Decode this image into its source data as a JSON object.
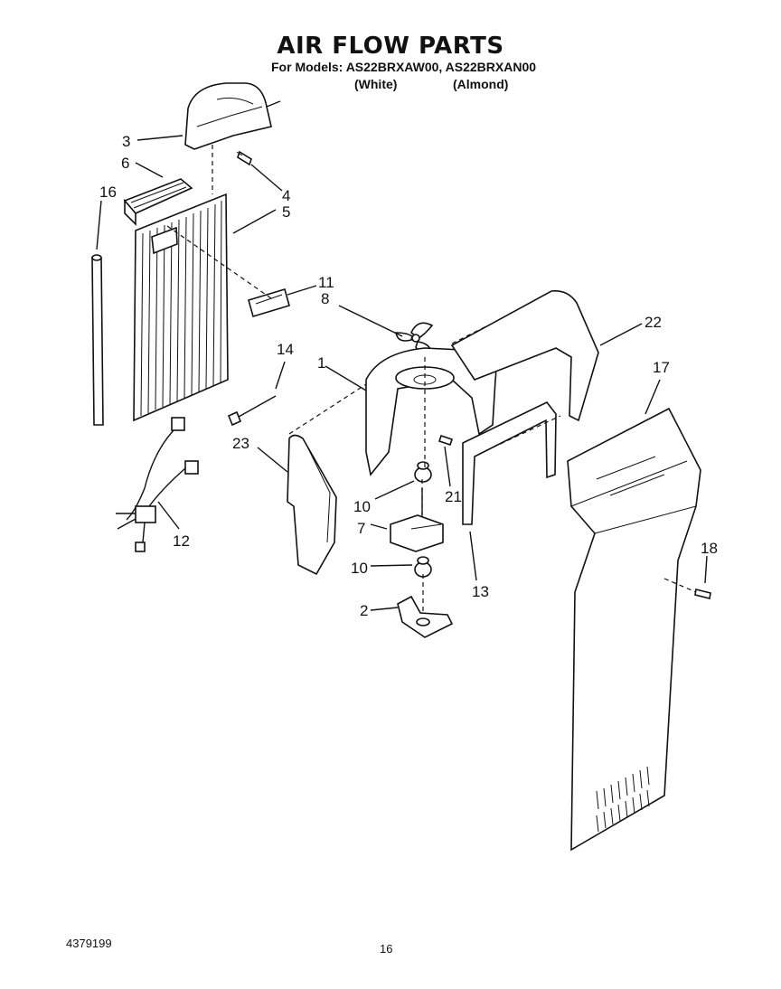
{
  "header": {
    "title": "AIR FLOW PARTS",
    "models_line": "For Models: AS22BRXAW00, AS22BRXAN00",
    "variant_white": "(White)",
    "variant_almond": "(Almond)"
  },
  "footer": {
    "document_number": "4379199",
    "page_number": "16"
  },
  "callouts": {
    "c1": "1",
    "c2": "2",
    "c3": "3",
    "c4": "4",
    "c5": "5",
    "c6": "6",
    "c7": "7",
    "c8": "8",
    "c10a": "10",
    "c10b": "10",
    "c11": "11",
    "c12": "12",
    "c13": "13",
    "c14": "14",
    "c16": "16",
    "c17": "17",
    "c18": "18",
    "c21": "21",
    "c22": "22",
    "c23": "23"
  }
}
